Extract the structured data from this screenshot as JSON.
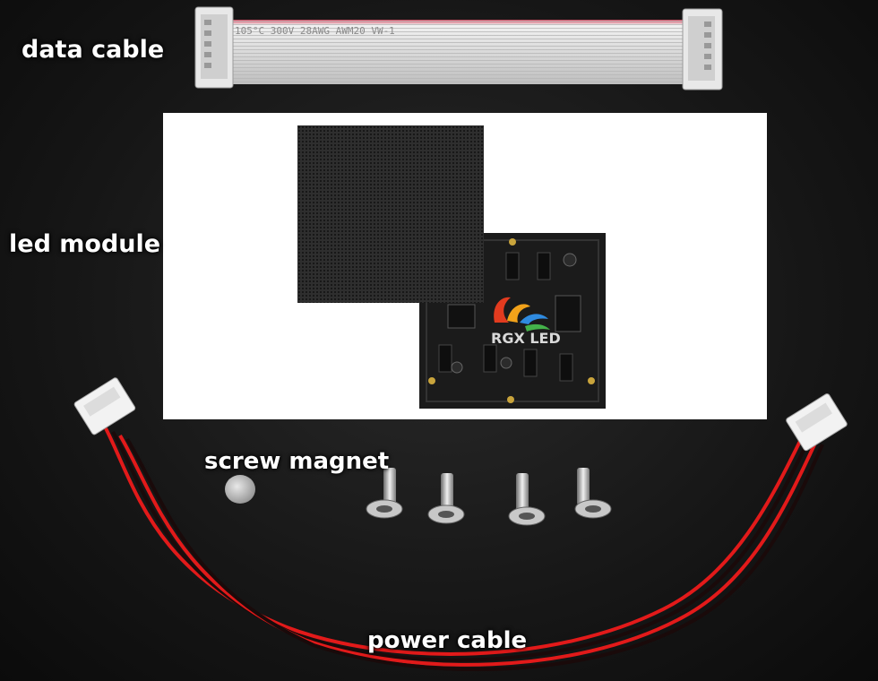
{
  "labels": {
    "data_cable": "data cable",
    "led_module": "led module",
    "screw_magnet": "screw magnet",
    "power_cable": "power cable"
  },
  "cable_print": "105°C   300V   28AWG   AWM20   VW-1",
  "module_brand": "RGX LED",
  "colors": {
    "background": "#161616",
    "label_text": "#ffffff",
    "ribbon": "#e4e4e4",
    "ribbon_stripe": "#d7354e",
    "power_wire": "#e21a1a",
    "pcb": "#1b1b1b"
  }
}
